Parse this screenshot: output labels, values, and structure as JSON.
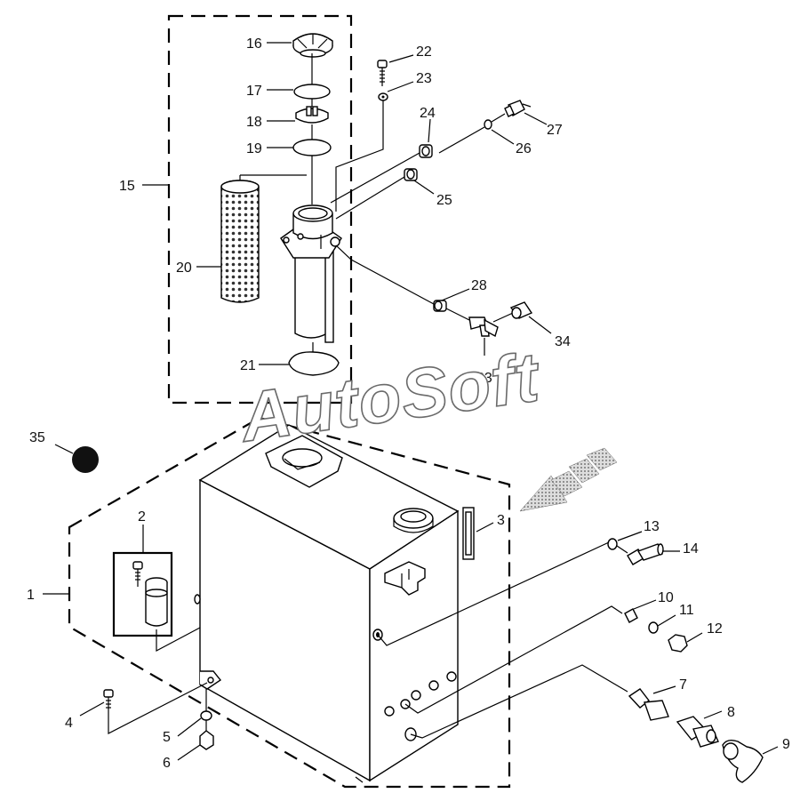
{
  "watermark": "AutoSoft",
  "colors": {
    "ink": "#000000",
    "watermark_outline": "#6a6a6a",
    "hatch": "#999999"
  },
  "callouts": [
    "1",
    "2",
    "3",
    "4",
    "5",
    "6",
    "7",
    "8",
    "9",
    "10",
    "11",
    "12",
    "13",
    "14",
    "15",
    "16",
    "17",
    "18",
    "19",
    "20",
    "21",
    "22",
    "23",
    "24",
    "25",
    "26",
    "27",
    "28",
    "33",
    "34",
    "35"
  ]
}
